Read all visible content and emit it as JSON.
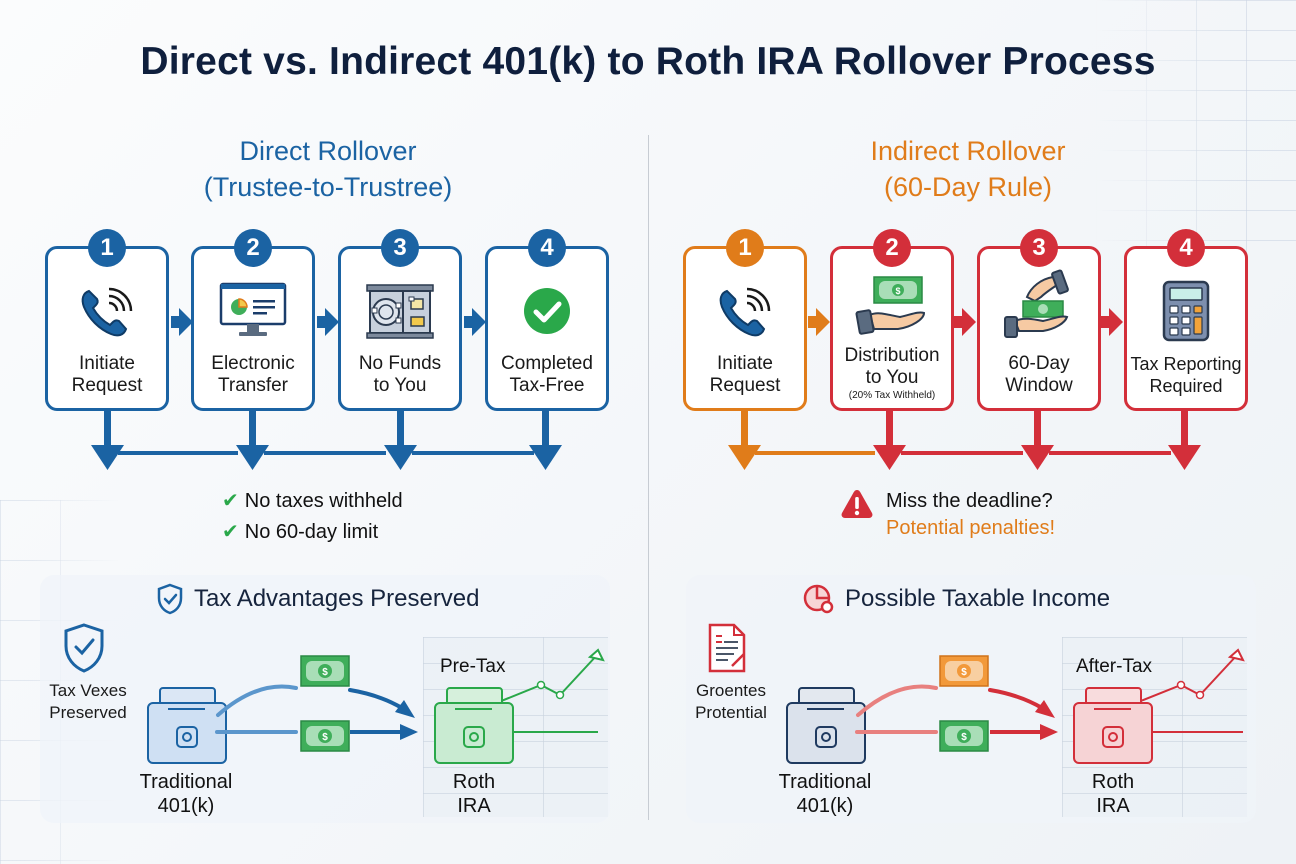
{
  "title": "Direct vs. Indirect 401(k) to Roth IRA Rollover Process",
  "colors": {
    "title": "#0f1f3d",
    "direct_blue": "#1b63a3",
    "indirect_orange": "#e07c1a",
    "indirect_red": "#d32f3a",
    "check_green": "#2aa84a",
    "money_green": "#3fae5a"
  },
  "direct": {
    "heading": "Direct Rollover",
    "subheading": "(Trustee-to-Trustree)",
    "steps": [
      {
        "number": "1",
        "line1": "Initiate",
        "line2": "Request",
        "icon": "phone-icon"
      },
      {
        "number": "2",
        "line1": "Electronic",
        "line2": "Transfer",
        "icon": "computer-chart-icon"
      },
      {
        "number": "3",
        "line1": "No Funds",
        "line2": "to You",
        "icon": "vault-icon"
      },
      {
        "number": "4",
        "line1": "Completed",
        "line2": "Tax-Free",
        "icon": "check-circle-icon"
      }
    ],
    "benefits": [
      "No taxes withheld",
      "No 60-day limit"
    ],
    "bottom": {
      "title": "Tax Advantages Preserved",
      "side_label_line1": "Tax Vexes",
      "side_label_line2": "Preserved",
      "from_line1": "Traditional",
      "from_line2": "401(k)",
      "to_line1": "Roth",
      "to_line2": "IRA",
      "chart_label": "Pre-Tax"
    }
  },
  "indirect": {
    "heading": "Indirect Rollover",
    "subheading": "(60-Day Rule)",
    "steps": [
      {
        "number": "1",
        "line1": "Initiate",
        "line2": "Request",
        "note": "",
        "icon": "phone-icon"
      },
      {
        "number": "2",
        "line1": "Distribution",
        "line2": "to You",
        "note": "(20% Tax Withheld)",
        "icon": "hand-receiving-money-icon"
      },
      {
        "number": "3",
        "line1": "60-Day",
        "line2": "Window",
        "note": "",
        "icon": "hands-exchanging-money-icon"
      },
      {
        "number": "4",
        "line1": "Tax Reporting",
        "line2": "Required",
        "note": "",
        "icon": "calculator-icon"
      }
    ],
    "warning_line1": "Miss the deadline?",
    "warning_line2": "Potential penalties!",
    "bottom": {
      "title": "Possible Taxable Income",
      "side_label_line1": "Groentes",
      "side_label_line2": "Protential",
      "from_line1": "Traditional",
      "from_line2": "401(k)",
      "to_line1": "Roth",
      "to_line2": "IRA",
      "chart_label": "After-Tax"
    }
  }
}
